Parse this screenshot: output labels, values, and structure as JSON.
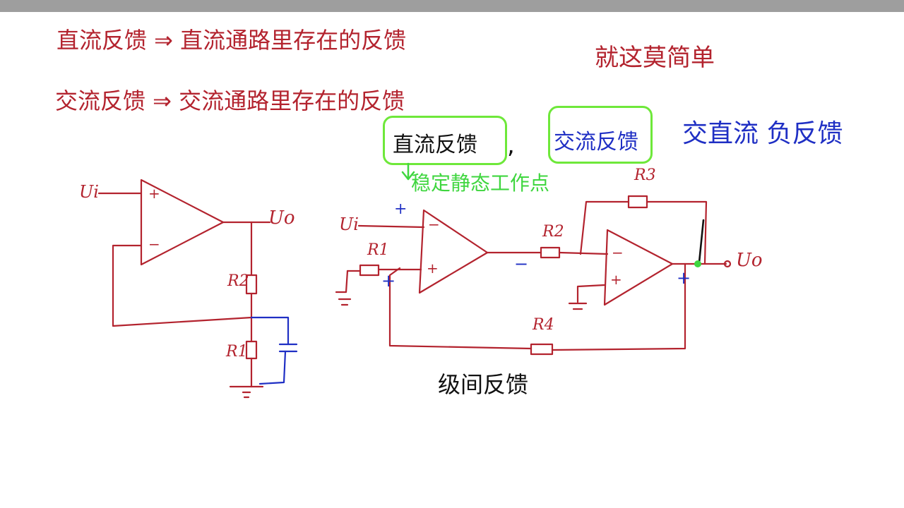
{
  "notes": {
    "line1": "直流反馈 ⇒ 直流通路里存在的反馈",
    "line2": "交流反馈 ⇒ 交流通路里存在的反馈",
    "right_note": "就这莫简单",
    "dc_box": "直流反馈",
    "comma": ",",
    "ac_box": "交流反馈",
    "blue_note": "交直流 负反馈",
    "green_note": "稳定静态工作点",
    "caption": "级间反馈"
  },
  "circuit1": {
    "input": "Ui",
    "output": "Uo",
    "plus": "+",
    "minus": "−",
    "r_top": "R2",
    "r_bottom": "R1"
  },
  "circuit2": {
    "input": "Ui",
    "output": "Uo",
    "r1": "R1",
    "r2": "R2",
    "r3": "R3",
    "r4": "R4",
    "op1_minus": "−",
    "op1_plus": "+",
    "op2_minus": "−",
    "op2_plus": "+",
    "pol_input": "+",
    "pol_r1": "+",
    "pol_mid": "−",
    "pol_out": "+"
  },
  "colors": {
    "ink_red": "#b3232e",
    "ink_blue": "#1f2fc4",
    "ink_green": "#3fd63f",
    "highlight_box": "#6ee83a"
  }
}
